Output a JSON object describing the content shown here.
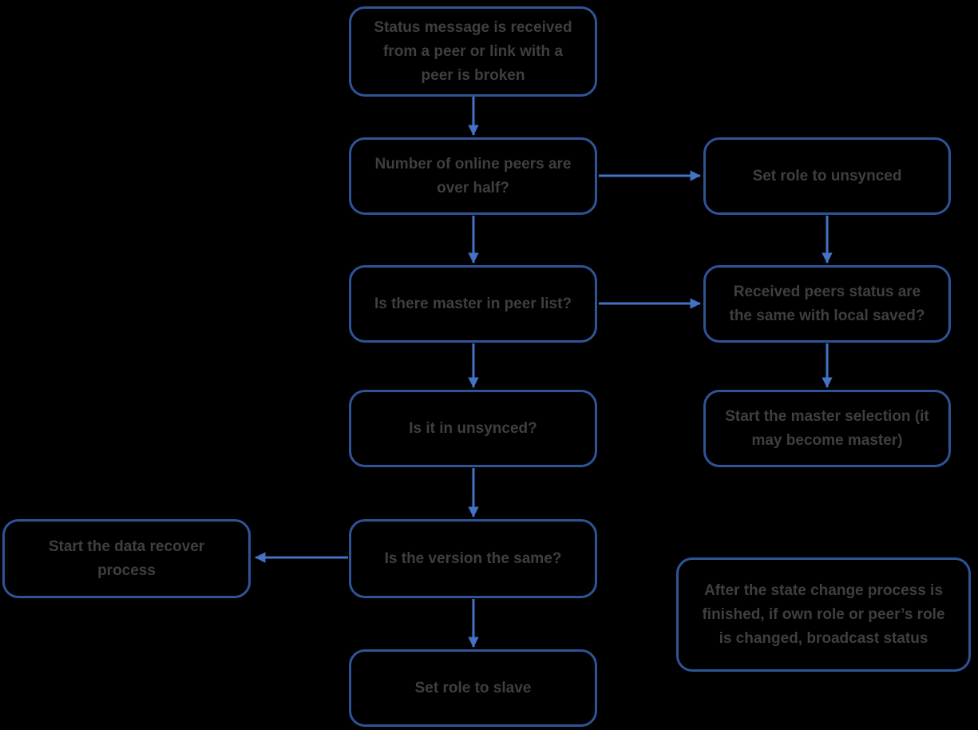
{
  "diagram": {
    "type": "flowchart",
    "colors": {
      "background": "#000000",
      "node_border": "#2F5496",
      "arrow": "#4472C4",
      "text": "#3F3F3F"
    },
    "nodes": {
      "status_received": {
        "label": "Status message is received from a peer or link with a peer is broken"
      },
      "peers_over_half": {
        "label": "Number of online peers are over half?"
      },
      "set_role_unsynced": {
        "label": "Set role to unsynced"
      },
      "master_in_peer_list": {
        "label": "Is there master in peer list?"
      },
      "peers_status_same": {
        "label": "Received peers status are the same with local saved?"
      },
      "is_in_unsynced": {
        "label": "Is it in unsynced?"
      },
      "start_master_selection": {
        "label": "Start the master selection (it may become master)"
      },
      "start_data_recover": {
        "label": "Start the data recover process"
      },
      "version_same": {
        "label": "Is the version the same?"
      },
      "broadcast_note": {
        "label": "After the state change process is finished, if own role or peer’s role is changed, broadcast status"
      },
      "set_role_slave": {
        "label": "Set role to slave"
      }
    }
  }
}
